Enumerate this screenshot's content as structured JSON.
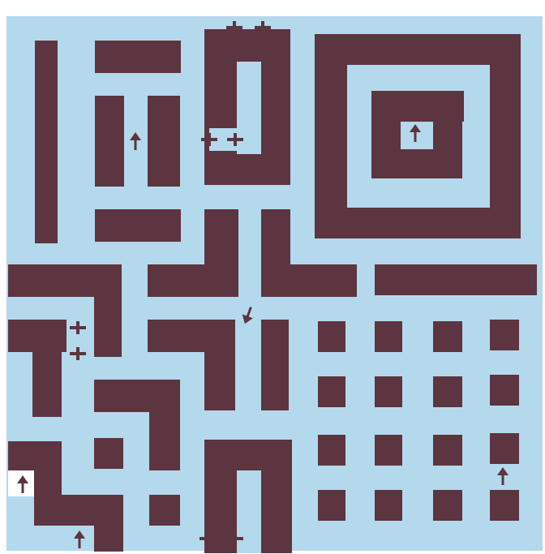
{
  "game": {
    "type": "top-down maze",
    "colors": {
      "floor": "#b4d9ec",
      "wall": "#5c3540",
      "border": "#ffffff"
    },
    "doors": [
      {
        "name": "door-top-left",
        "icon": "door-icon"
      },
      {
        "name": "door-top-right",
        "icon": "door-icon"
      },
      {
        "name": "door-inner-left",
        "icon": "door-icon"
      },
      {
        "name": "door-inner-right",
        "icon": "door-icon"
      },
      {
        "name": "door-west-upper",
        "icon": "door-icon"
      },
      {
        "name": "door-west-lower",
        "icon": "door-icon"
      },
      {
        "name": "door-bottom-left",
        "icon": "door-icon"
      },
      {
        "name": "door-bottom-right",
        "icon": "door-icon"
      }
    ],
    "arrows": [
      {
        "name": "arrow-up-left-column",
        "direction": "up",
        "icon": "arrow-up-icon"
      },
      {
        "name": "arrow-up-spiral-center",
        "direction": "up",
        "icon": "arrow-up-icon"
      },
      {
        "name": "arrow-down-center",
        "direction": "down-left",
        "icon": "arrow-down-icon"
      },
      {
        "name": "arrow-up-grid-right",
        "direction": "up",
        "icon": "arrow-up-icon"
      },
      {
        "name": "arrow-up-bottom-left-corner",
        "direction": "up",
        "icon": "arrow-up-icon"
      },
      {
        "name": "arrow-up-bottom-left",
        "direction": "up",
        "icon": "arrow-up-icon"
      }
    ]
  }
}
